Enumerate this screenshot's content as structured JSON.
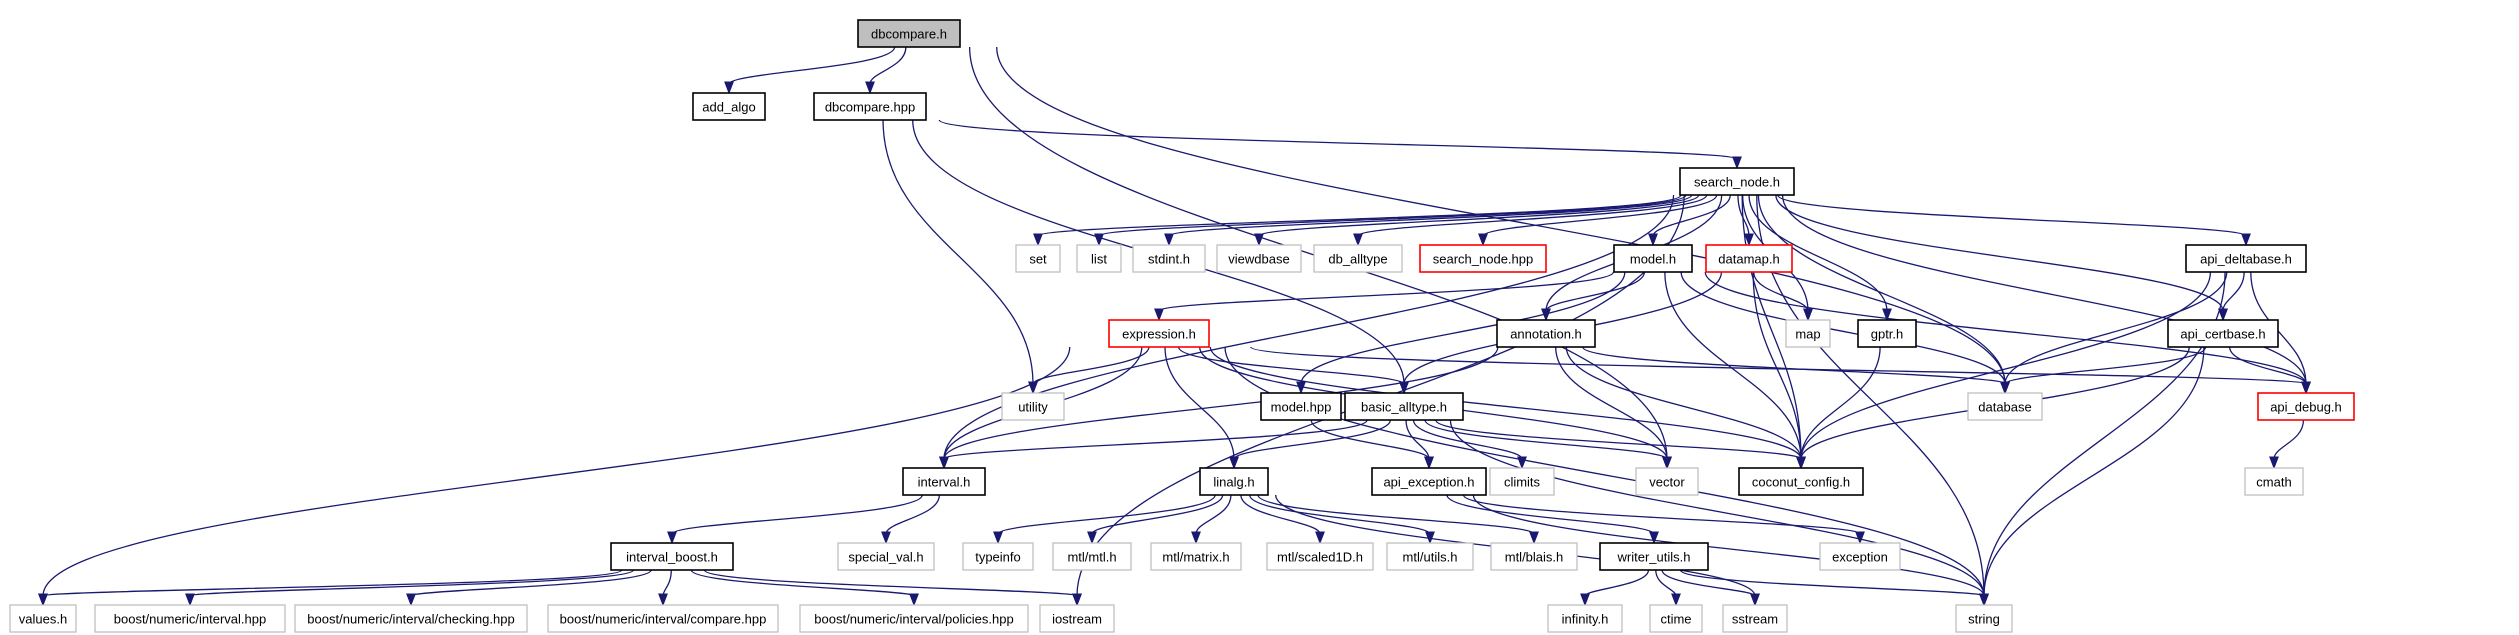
{
  "graph": {
    "nodes": [
      {
        "id": "dbcompare_h",
        "label": "dbcompare.h",
        "kind": "root"
      },
      {
        "id": "add_algo",
        "label": "add_algo",
        "kind": "doc"
      },
      {
        "id": "dbcompare_hpp",
        "label": "dbcompare.hpp",
        "kind": "doc"
      },
      {
        "id": "search_node_h",
        "label": "search_node.h",
        "kind": "doc"
      },
      {
        "id": "set",
        "label": "set",
        "kind": "ext"
      },
      {
        "id": "list",
        "label": "list",
        "kind": "ext"
      },
      {
        "id": "stdint_h",
        "label": "stdint.h",
        "kind": "ext"
      },
      {
        "id": "viewdbase",
        "label": "viewdbase",
        "kind": "ext"
      },
      {
        "id": "db_alltype",
        "label": "db_alltype",
        "kind": "ext"
      },
      {
        "id": "search_node_hpp",
        "label": "search_node.hpp",
        "kind": "trunc"
      },
      {
        "id": "model_h",
        "label": "model.h",
        "kind": "doc"
      },
      {
        "id": "datamap_h",
        "label": "datamap.h",
        "kind": "trunc"
      },
      {
        "id": "api_deltabase_h",
        "label": "api_deltabase.h",
        "kind": "doc"
      },
      {
        "id": "expression_h",
        "label": "expression.h",
        "kind": "trunc"
      },
      {
        "id": "annotation_h",
        "label": "annotation.h",
        "kind": "doc"
      },
      {
        "id": "map",
        "label": "map",
        "kind": "ext"
      },
      {
        "id": "gptr_h",
        "label": "gptr.h",
        "kind": "doc"
      },
      {
        "id": "api_certbase_h",
        "label": "api_certbase.h",
        "kind": "doc"
      },
      {
        "id": "utility",
        "label": "utility",
        "kind": "ext"
      },
      {
        "id": "model_hpp",
        "label": "model.hpp",
        "kind": "doc"
      },
      {
        "id": "basic_alltype_h",
        "label": "basic_alltype.h",
        "kind": "doc"
      },
      {
        "id": "database",
        "label": "database",
        "kind": "ext"
      },
      {
        "id": "api_debug_h",
        "label": "api_debug.h",
        "kind": "trunc"
      },
      {
        "id": "interval_h",
        "label": "interval.h",
        "kind": "doc"
      },
      {
        "id": "linalg_h",
        "label": "linalg.h",
        "kind": "doc"
      },
      {
        "id": "api_exception_h",
        "label": "api_exception.h",
        "kind": "doc"
      },
      {
        "id": "climits",
        "label": "climits",
        "kind": "ext"
      },
      {
        "id": "vector",
        "label": "vector",
        "kind": "ext"
      },
      {
        "id": "coconut_config_h",
        "label": "coconut_config.h",
        "kind": "doc"
      },
      {
        "id": "cmath",
        "label": "cmath",
        "kind": "ext"
      },
      {
        "id": "special_val_h",
        "label": "special_val.h",
        "kind": "ext"
      },
      {
        "id": "typeinfo",
        "label": "typeinfo",
        "kind": "ext"
      },
      {
        "id": "mtl_mtl_h",
        "label": "mtl/mtl.h",
        "kind": "ext"
      },
      {
        "id": "mtl_matrix_h",
        "label": "mtl/matrix.h",
        "kind": "ext"
      },
      {
        "id": "mtl_scaled1D_h",
        "label": "mtl/scaled1D.h",
        "kind": "ext"
      },
      {
        "id": "mtl_utils_h",
        "label": "mtl/utils.h",
        "kind": "ext"
      },
      {
        "id": "mtl_blais_h",
        "label": "mtl/blais.h",
        "kind": "ext"
      },
      {
        "id": "writer_utils_h",
        "label": "writer_utils.h",
        "kind": "doc"
      },
      {
        "id": "exception",
        "label": "exception",
        "kind": "ext"
      },
      {
        "id": "interval_boost_h",
        "label": "interval_boost.h",
        "kind": "doc"
      },
      {
        "id": "values_h",
        "label": "values.h",
        "kind": "ext"
      },
      {
        "id": "bni_interval_hpp",
        "label": "boost/numeric/interval.hpp",
        "kind": "ext"
      },
      {
        "id": "bni_checking_hpp",
        "label": "boost/numeric/interval/checking.hpp",
        "kind": "ext"
      },
      {
        "id": "bni_compare_hpp",
        "label": "boost/numeric/interval/compare.hpp",
        "kind": "ext"
      },
      {
        "id": "bni_policies_hpp",
        "label": "boost/numeric/interval/policies.hpp",
        "kind": "ext"
      },
      {
        "id": "iostream",
        "label": "iostream",
        "kind": "ext"
      },
      {
        "id": "infinity_h",
        "label": "infinity.h",
        "kind": "ext"
      },
      {
        "id": "ctime",
        "label": "ctime",
        "kind": "ext"
      },
      {
        "id": "sstream",
        "label": "sstream",
        "kind": "ext"
      },
      {
        "id": "string",
        "label": "string",
        "kind": "ext"
      }
    ],
    "edges": [
      [
        "dbcompare_h",
        "add_algo"
      ],
      [
        "dbcompare_h",
        "dbcompare_hpp"
      ],
      [
        "dbcompare_h",
        "database"
      ],
      [
        "dbcompare_h",
        "vector"
      ],
      [
        "dbcompare_hpp",
        "search_node_h"
      ],
      [
        "dbcompare_hpp",
        "utility"
      ],
      [
        "dbcompare_hpp",
        "basic_alltype_h"
      ],
      [
        "search_node_h",
        "set"
      ],
      [
        "search_node_h",
        "list"
      ],
      [
        "search_node_h",
        "stdint_h"
      ],
      [
        "search_node_h",
        "viewdbase"
      ],
      [
        "search_node_h",
        "db_alltype"
      ],
      [
        "search_node_h",
        "search_node_hpp"
      ],
      [
        "search_node_h",
        "model_h"
      ],
      [
        "search_node_h",
        "datamap_h"
      ],
      [
        "search_node_h",
        "map"
      ],
      [
        "search_node_h",
        "gptr_h"
      ],
      [
        "search_node_h",
        "api_deltabase_h"
      ],
      [
        "search_node_h",
        "api_certbase_h"
      ],
      [
        "search_node_h",
        "annotation_h"
      ],
      [
        "search_node_h",
        "interval_h"
      ],
      [
        "search_node_h",
        "database"
      ],
      [
        "search_node_h",
        "api_debug_h"
      ],
      [
        "search_node_h",
        "coconut_config_h"
      ],
      [
        "search_node_h",
        "iostream"
      ],
      [
        "search_node_h",
        "string"
      ],
      [
        "model_h",
        "expression_h"
      ],
      [
        "model_h",
        "annotation_h"
      ],
      [
        "model_h",
        "model_hpp"
      ],
      [
        "model_h",
        "database"
      ],
      [
        "model_h",
        "coconut_config_h"
      ],
      [
        "model_h",
        "api_debug_h"
      ],
      [
        "datamap_h",
        "map"
      ],
      [
        "datamap_h",
        "basic_alltype_h"
      ],
      [
        "datamap_h",
        "coconut_config_h"
      ],
      [
        "expression_h",
        "utility"
      ],
      [
        "expression_h",
        "basic_alltype_h"
      ],
      [
        "expression_h",
        "interval_h"
      ],
      [
        "expression_h",
        "linalg_h"
      ],
      [
        "expression_h",
        "vector"
      ],
      [
        "expression_h",
        "coconut_config_h"
      ],
      [
        "expression_h",
        "api_debug_h"
      ],
      [
        "expression_h",
        "values_h"
      ],
      [
        "expression_h",
        "string"
      ],
      [
        "annotation_h",
        "interval_h"
      ],
      [
        "annotation_h",
        "vector"
      ],
      [
        "annotation_h",
        "database"
      ],
      [
        "annotation_h",
        "coconut_config_h"
      ],
      [
        "gptr_h",
        "coconut_config_h"
      ],
      [
        "api_deltabase_h",
        "api_certbase_h"
      ],
      [
        "api_deltabase_h",
        "database"
      ],
      [
        "api_deltabase_h",
        "api_debug_h"
      ],
      [
        "api_deltabase_h",
        "coconut_config_h"
      ],
      [
        "api_deltabase_h",
        "string"
      ],
      [
        "api_certbase_h",
        "database"
      ],
      [
        "api_certbase_h",
        "api_debug_h"
      ],
      [
        "api_certbase_h",
        "coconut_config_h"
      ],
      [
        "api_certbase_h",
        "string"
      ],
      [
        "api_debug_h",
        "cmath"
      ],
      [
        "model_hpp",
        "api_exception_h"
      ],
      [
        "basic_alltype_h",
        "interval_h"
      ],
      [
        "basic_alltype_h",
        "linalg_h"
      ],
      [
        "basic_alltype_h",
        "api_exception_h"
      ],
      [
        "basic_alltype_h",
        "climits"
      ],
      [
        "basic_alltype_h",
        "vector"
      ],
      [
        "basic_alltype_h",
        "coconut_config_h"
      ],
      [
        "basic_alltype_h",
        "string"
      ],
      [
        "interval_h",
        "special_val_h"
      ],
      [
        "interval_h",
        "interval_boost_h"
      ],
      [
        "linalg_h",
        "typeinfo"
      ],
      [
        "linalg_h",
        "mtl_mtl_h"
      ],
      [
        "linalg_h",
        "mtl_matrix_h"
      ],
      [
        "linalg_h",
        "mtl_scaled1D_h"
      ],
      [
        "linalg_h",
        "mtl_utils_h"
      ],
      [
        "linalg_h",
        "mtl_blais_h"
      ],
      [
        "linalg_h",
        "sstream"
      ],
      [
        "api_exception_h",
        "writer_utils_h"
      ],
      [
        "api_exception_h",
        "exception"
      ],
      [
        "api_exception_h",
        "string"
      ],
      [
        "writer_utils_h",
        "infinity_h"
      ],
      [
        "writer_utils_h",
        "ctime"
      ],
      [
        "writer_utils_h",
        "sstream"
      ],
      [
        "writer_utils_h",
        "string"
      ],
      [
        "interval_boost_h",
        "values_h"
      ],
      [
        "interval_boost_h",
        "bni_interval_hpp"
      ],
      [
        "interval_boost_h",
        "bni_checking_hpp"
      ],
      [
        "interval_boost_h",
        "bni_compare_hpp"
      ],
      [
        "interval_boost_h",
        "bni_policies_hpp"
      ],
      [
        "interval_boost_h",
        "iostream"
      ]
    ]
  }
}
